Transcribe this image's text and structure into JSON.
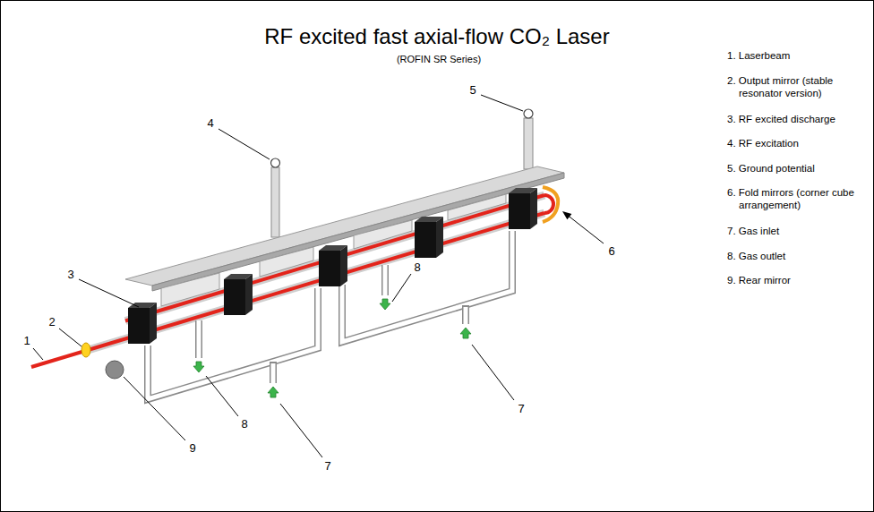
{
  "diagram": {
    "title": "RF excited fast axial-flow CO₂ Laser",
    "labels": [
      "(ROFIN SR Series)",
      "1",
      "2",
      "3",
      "4",
      "5",
      "6",
      "7",
      "7",
      "8",
      "8",
      "9",
      "1. Laserbeam",
      "2. Output mirror (stable resonator version)",
      "3. RF excited discharge",
      "4. RF excitation",
      "5. Ground potential",
      "6. Fold mirrors (corner cube arrangement)",
      "7. Gas inlet",
      "8. Gas outlet",
      "9. Rear mirror"
    ]
  }
}
